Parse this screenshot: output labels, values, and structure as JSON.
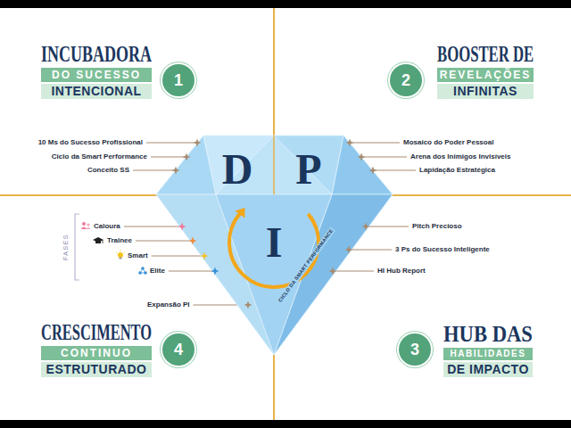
{
  "diagram": {
    "nodes": [
      {
        "text": [
          "INCUBADORA",
          "DO SUCESSO",
          "INTENCIONAL",
          "1"
        ]
      },
      {
        "text": [
          "BOOSTER DE",
          "REVELAÇÕES",
          "INFINITAS",
          "2"
        ]
      },
      {
        "text": [
          "D",
          "P",
          "I",
          "CICLO DA SMART PERFORMANCE"
        ]
      },
      {
        "text": [
          "CRESCIMENTO",
          "CONTINUO",
          "ESTRUTURADO",
          "4"
        ]
      },
      {
        "text": [
          "HUB DAS",
          "HABILIDADES",
          "DE IMPACTO",
          "3"
        ]
      }
    ],
    "labels": [
      "10 Ms do Sucesso Profissional",
      "Ciclo da Smart Performance",
      "Conceito SS",
      "Mosaico do Poder Pessoal",
      "Arena dos Inimigos Invisíveis",
      "Lapidação Estratégica",
      "FASES",
      "Caloura",
      "Trainee",
      "Smart",
      "Elite",
      "Expansão PI",
      "Pitch Precioso",
      "3 Ps do Sucesso Inteligente",
      "HI Hub Report"
    ]
  }
}
